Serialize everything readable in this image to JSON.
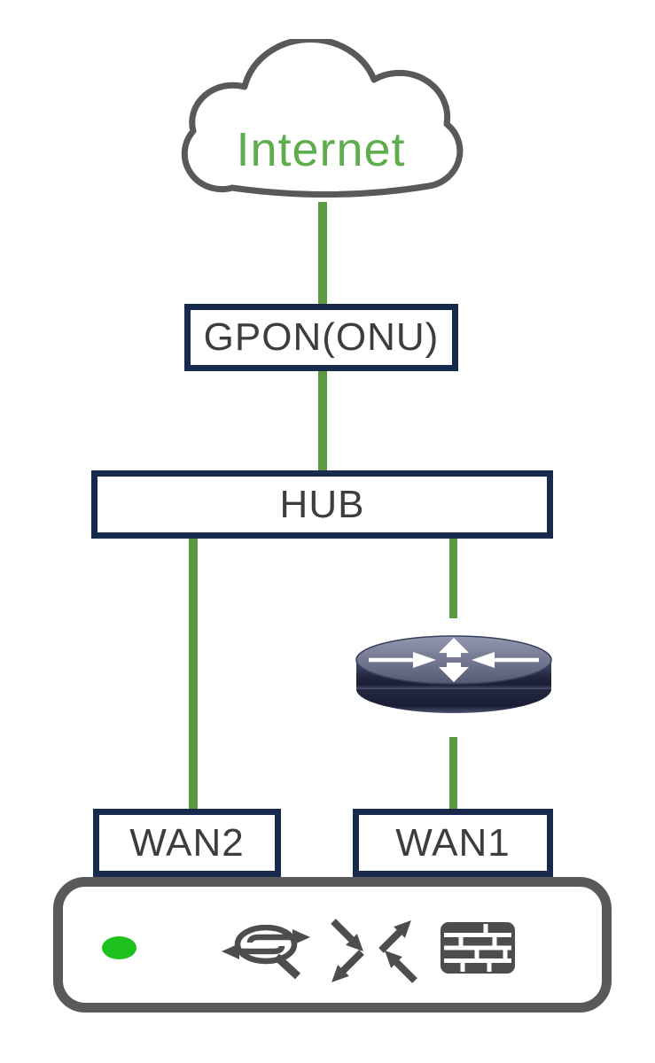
{
  "diagram": {
    "title_hint": "network topology diagram",
    "nodes": {
      "internet": {
        "label": "Internet",
        "shape": "cloud"
      },
      "gpon": {
        "label": "GPON(ONU)",
        "shape": "box"
      },
      "hub": {
        "label": "HUB",
        "shape": "box"
      },
      "wan2": {
        "label": "WAN2",
        "shape": "box"
      },
      "wan1": {
        "label": "WAN1",
        "shape": "box"
      }
    },
    "devices": {
      "router": "router-cylinder-icon",
      "appliance": {
        "shape": "rounded-rectangle",
        "icons": [
          "led-indicator",
          "routing-icon",
          "traffic-distribution-arrows-icon",
          "firewall-brick-icon"
        ]
      }
    },
    "links": [
      {
        "from": "internet",
        "to": "gpon"
      },
      {
        "from": "gpon",
        "to": "hub"
      },
      {
        "from": "hub",
        "to": "wan2"
      },
      {
        "from": "hub",
        "to": "router"
      },
      {
        "from": "router",
        "to": "wan1"
      }
    ],
    "colors": {
      "link_green": "#5a9b42",
      "node_border_navy": "#17294d",
      "device_gray": "#595959",
      "icon_gray": "#4d4d4d",
      "label_gray": "#3d3d3d",
      "internet_green": "#5fae4e",
      "led_green": "#1dc11d",
      "router_top": "#8d93ac",
      "router_side": "#22263f"
    }
  }
}
